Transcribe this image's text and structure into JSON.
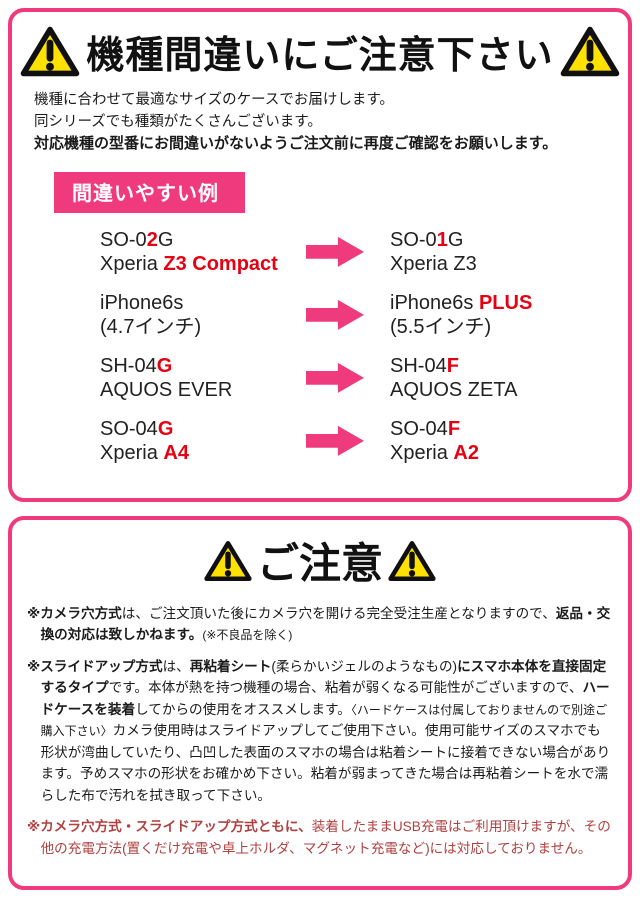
{
  "colors": {
    "pink": "#ef3b7d",
    "highlight_red": "#e60012",
    "notice_dark_red": "#b04040",
    "warning_yellow": "#ffe100"
  },
  "icons": {
    "warning": "warning-triangle-icon",
    "arrow": "right-arrow-icon"
  },
  "top_box": {
    "title": "機種間違いにご注意下さい",
    "intro_line1": "機種に合わせて最適なサイズのケースでお届けします。",
    "intro_line2": "同シリーズでも種類がたくさんございます。",
    "intro_line3": "対応機種の型番にお間違いがないようご注文前に再度ご確認をお願いします。",
    "label": "間違いやすい例",
    "pairs": [
      {
        "left": {
          "m_pre": "SO-0",
          "m_hl": "2",
          "m_post": "G",
          "n_pre": "Xperia ",
          "n_hl": "Z3 Compact",
          "n_post": ""
        },
        "right": {
          "m_pre": "SO-0",
          "m_hl": "1",
          "m_post": "G",
          "n_pre": "Xperia Z3",
          "n_hl": "",
          "n_post": ""
        }
      },
      {
        "left": {
          "m_pre": "iPhone6s",
          "m_hl": "",
          "m_post": "",
          "n_pre": "(4.7インチ)",
          "n_hl": "",
          "n_post": ""
        },
        "right": {
          "m_pre": "iPhone6s ",
          "m_hl": "PLUS",
          "m_post": "",
          "n_pre": "(5.5インチ)",
          "n_hl": "",
          "n_post": ""
        }
      },
      {
        "left": {
          "m_pre": "SH-04",
          "m_hl": "G",
          "m_post": "",
          "n_pre": "AQUOS EVER",
          "n_hl": "",
          "n_post": ""
        },
        "right": {
          "m_pre": "SH-04",
          "m_hl": "F",
          "m_post": "",
          "n_pre": "AQUOS ZETA",
          "n_hl": "",
          "n_post": ""
        }
      },
      {
        "left": {
          "m_pre": "SO-04",
          "m_hl": "G",
          "m_post": "",
          "n_pre": "Xperia ",
          "n_hl": "A4",
          "n_post": ""
        },
        "right": {
          "m_pre": "SO-04",
          "m_hl": "F",
          "m_post": "",
          "n_pre": "Xperia ",
          "n_hl": "A2",
          "n_post": ""
        }
      }
    ]
  },
  "notice_box": {
    "title": "ご注意",
    "p1": {
      "s1": "※カメラ穴方式",
      "s2": "は、ご注文頂いた後にカメラ穴を開ける完全受注生産となりますので、",
      "s3": "返品・交換の対応は致しかねます。",
      "s4": "(※不良品を除く)"
    },
    "p2": {
      "s1": "※スライドアップ方式",
      "s2": "は、",
      "s3": "再粘着シート",
      "s4": "(柔らかいジェルのようなもの)",
      "s5": "にスマホ本体を直接固定するタイプ",
      "s6": "です。本体が熱を持つ機種の場合、粘着が弱くなる可能性がございますので、",
      "s7": "ハードケースを装着",
      "s8": "してからの使用をオススメします。",
      "s9": "〈ハードケースは付属しておりませんので別途ご購入下さい〉",
      "s10": "カメラ使用時はスライドアップしてご使用下さい。使用可能サイズのスマホでも形状が湾曲していたり、凸凹した表面のスマホの場合は粘着シートに接着できない場合があります。予めスマホの形状をお確かめ下さい。粘着が弱まってきた場合は再粘着シートを水で濡らした布で汚れを拭き取って下さい。"
    },
    "p3": {
      "s1": "※カメラ穴方式・スライドアップ方式ともに、",
      "s2": "装着したままUSB充電はご利用頂けますが、その他の充電方法(置くだけ充電や卓上ホルダ、マグネット充電など)には対応しておりません。"
    }
  }
}
